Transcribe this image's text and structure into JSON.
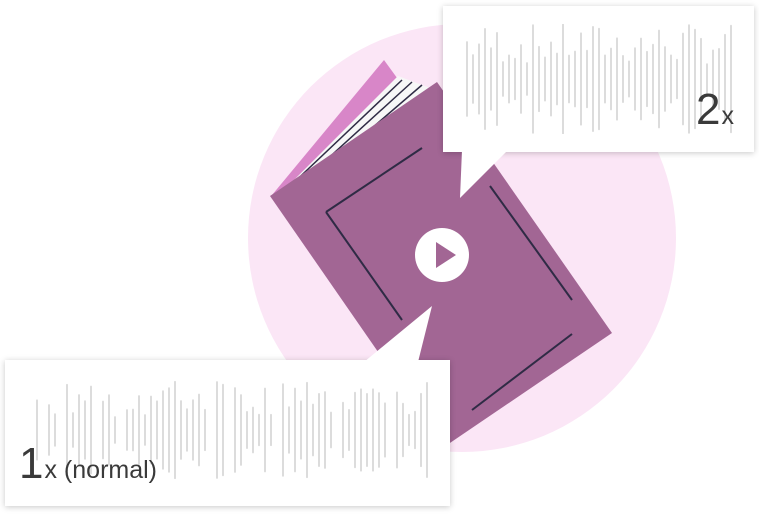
{
  "colors": {
    "circle_bg": "#fbe6f6",
    "book_cover": "#a26694",
    "book_spine": "#d886c8",
    "book_lines": "#2f2b45",
    "pages": "#f7f7f7",
    "waveform": "#dcdcdc",
    "speed_text": "#3a3a3a"
  },
  "icons": [
    "book-icon",
    "play-icon",
    "waveform-icon"
  ],
  "speed_fast": {
    "number": "2",
    "suffix": "x"
  },
  "speed_normal": {
    "number": "1",
    "suffix": "x (normal)"
  }
}
